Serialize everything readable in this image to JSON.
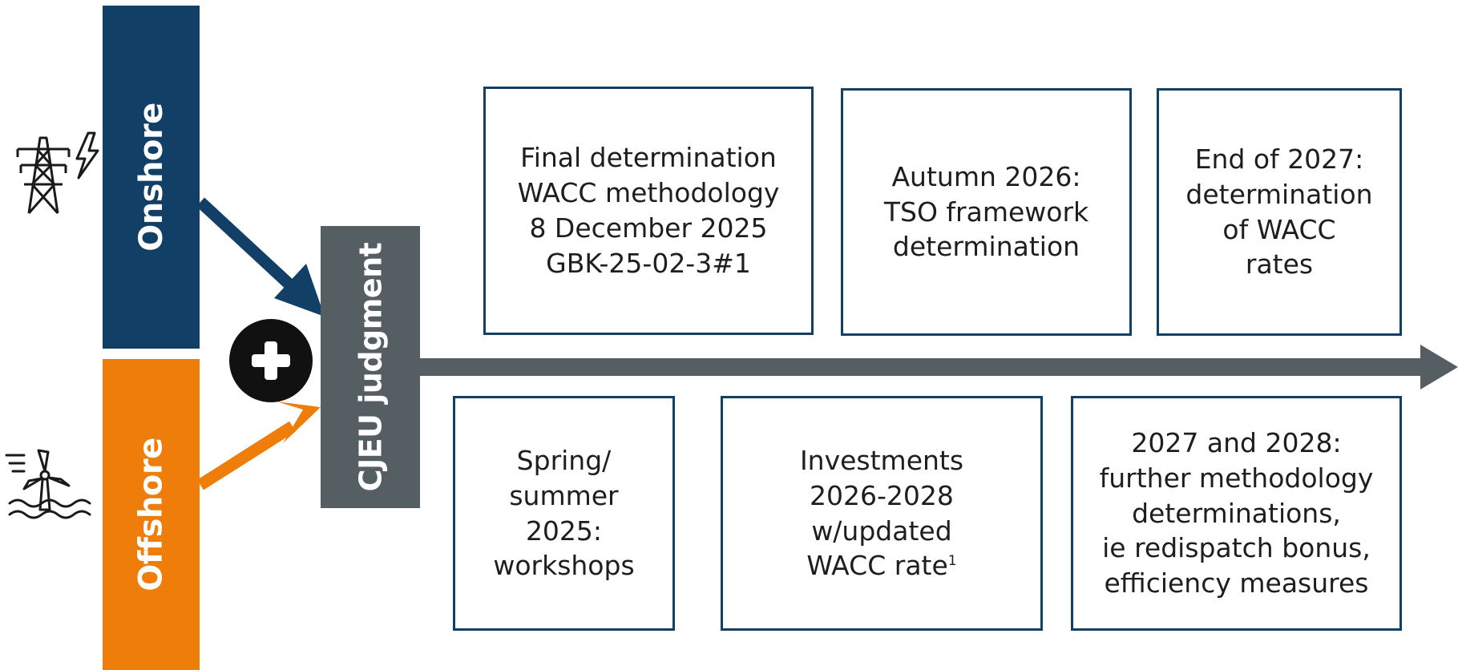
{
  "bands": {
    "onshore": "Onshore",
    "offshore": "Offshore",
    "cjeu": "CJEU judgment"
  },
  "colors": {
    "onshore": "#123F65",
    "offshore": "#EE7D0A",
    "timeline": "#555E62",
    "box_border": "#123F65"
  },
  "icons": {
    "onshore": "power-pylon-with-lightning",
    "offshore": "offshore-wind-turbine",
    "combine": "plus-circle"
  },
  "top_boxes": [
    {
      "text": "Final determination\nWACC methodology\n8 December 2025\nGBK-25-02-3#1"
    },
    {
      "text": "Autumn 2026:\nTSO framework\ndetermination"
    },
    {
      "text": "End of 2027:\ndetermination\nof WACC\nrates"
    }
  ],
  "bottom_boxes": [
    {
      "text": "Spring/\nsummer\n2025:\nworkshops"
    },
    {
      "text": "Investments\n2026-2028\nw/updated\nWACC rate",
      "footnote": "1"
    },
    {
      "text": "2027 and 2028:\nfurther methodology\ndeterminations,\nie redispatch bonus,\nefficiency measures"
    }
  ]
}
